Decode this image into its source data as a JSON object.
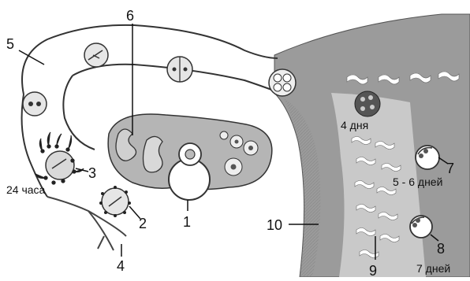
{
  "labels": {
    "n1": "1",
    "n2": "2",
    "n3": "3",
    "n4": "4",
    "n5": "5",
    "n6": "6",
    "n7": "7",
    "n8": "8",
    "n9": "9",
    "n10": "10"
  },
  "captions": {
    "h24": "24 часа",
    "d4": "4 дня",
    "d56": "5 - 6 дней",
    "d7": "7 дней"
  },
  "colors": {
    "ink": "#2a2a2a",
    "tissue": "#b8b8b8",
    "wall": "#8f8f8f",
    "uterus": "#9a9a9a",
    "pale": "#e2e2e2"
  }
}
